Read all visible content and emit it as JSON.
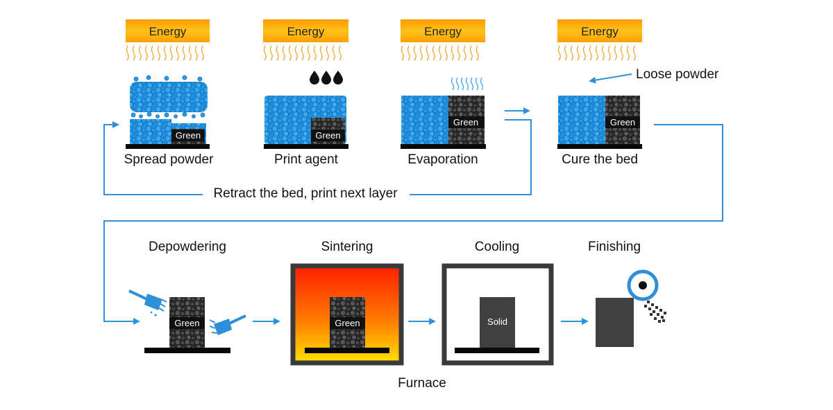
{
  "energy_label": "Energy",
  "green_label": "Green",
  "solid_label": "Solid",
  "steps": {
    "spread": "Spread powder",
    "print": "Print agent",
    "evaporation": "Evaporation",
    "cure": "Cure the bed",
    "depowdering": "Depowdering",
    "sintering": "Sintering",
    "cooling": "Cooling",
    "finishing": "Finishing"
  },
  "loose_powder": "Loose powder",
  "loop_label": "Retract the bed, print next layer",
  "furnace_label": "Furnace",
  "colors": {
    "arrow": "#2f8fd8",
    "powder": "#2b9be6",
    "dark": "#3f3f3f",
    "energy_top": "#ffa000",
    "energy_bottom": "#ffd84d"
  }
}
